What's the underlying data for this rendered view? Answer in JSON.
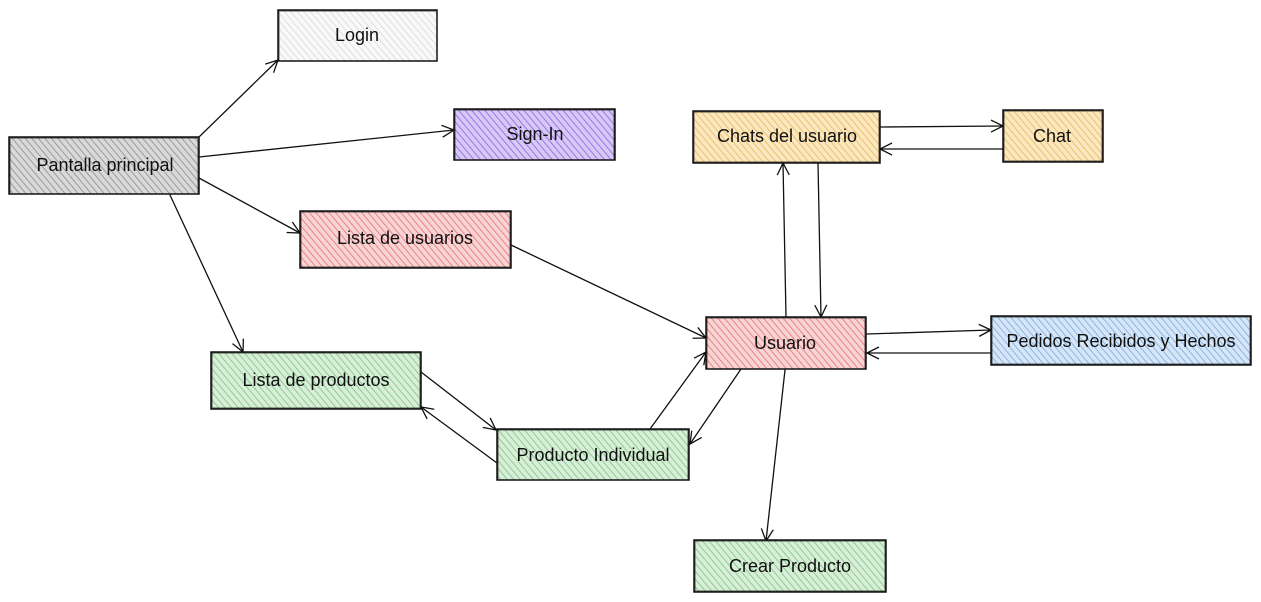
{
  "colors": {
    "stroke": "#111111",
    "gray": "#d9d9d9",
    "gray_hatch": "#8c8c8c",
    "purple": "#d8c8f5",
    "purple_hatch": "#8a64e0",
    "red": "#f8d4d4",
    "red_hatch": "#e36464",
    "green": "#d8eed8",
    "green_hatch": "#6fbf74",
    "yellow": "#fbe7c0",
    "yellow_hatch": "#e7b24a",
    "blue": "#d6e6f7",
    "blue_hatch": "#6aa3e0",
    "white": "#f7f7f7",
    "white_hatch": "#c8c8c8"
  },
  "nodes": {
    "login": "Login",
    "signin": "Sign-In",
    "pantalla": "Pantalla principal",
    "lista_usuarios": "Lista de usuarios",
    "lista_productos": "Lista de productos",
    "producto_individual": "Producto Individual",
    "usuario": "Usuario",
    "chats_usuario": "Chats del usuario",
    "chat": "Chat",
    "pedidos": "Pedidos Recibidos y Hechos",
    "crear_producto": "Crear Producto"
  }
}
